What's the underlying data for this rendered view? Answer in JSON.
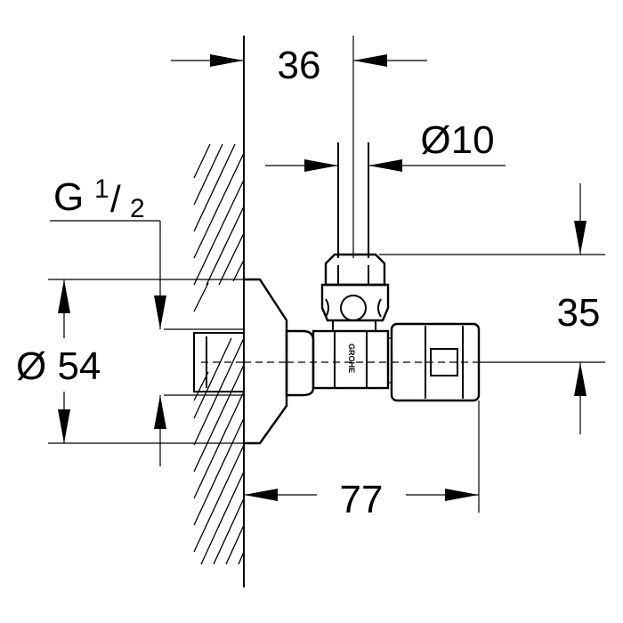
{
  "dimensions": {
    "dim_36": "36",
    "dim_10": "Ø10",
    "dim_thread_prefix": "G",
    "dim_thread_num": "1",
    "dim_thread_slash": "/",
    "dim_thread_den": "2",
    "dim_54": "Ø 54",
    "dim_35": "35",
    "dim_77": "77"
  },
  "brand_mark": "GROHE",
  "colors": {
    "ink": "#000000",
    "paper": "#ffffff"
  }
}
